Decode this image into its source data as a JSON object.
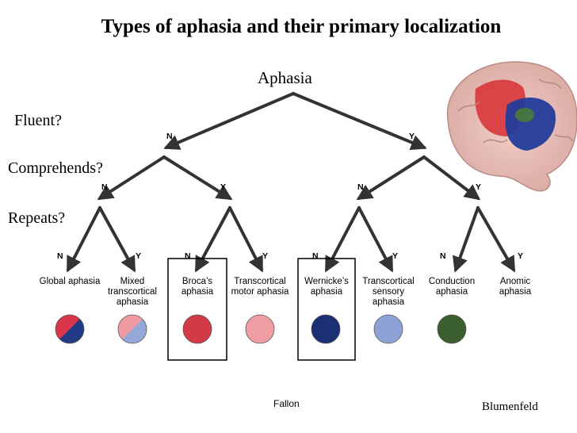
{
  "title": "Types of aphasia and their primary localization",
  "root": "Aphasia",
  "questions": [
    "Fluent?",
    "Comprehends?",
    "Repeats?"
  ],
  "edge_labels": {
    "no": "N",
    "yes": "Y"
  },
  "leaves": [
    {
      "label": "Global aphasia",
      "color_a": "#d9364a",
      "color_b": "#213b86",
      "boxed": false
    },
    {
      "label": "Mixed transcortical aphasia",
      "color_a": "#ef9ba1",
      "color_b": "#95a8d8",
      "boxed": false
    },
    {
      "label": "Broca’s aphasia",
      "color_a": "#d23a46",
      "color_b": "#d23a46",
      "boxed": true
    },
    {
      "label": "Transcortical motor aphasia",
      "color_a": "#ef9fa3",
      "color_b": "#ef9fa3",
      "boxed": false
    },
    {
      "label": "Wernicke’s aphasia",
      "color_a": "#1c2f75",
      "color_b": "#1c2f75",
      "boxed": true
    },
    {
      "label": "Transcortical sensory aphasia",
      "color_a": "#8da2d4",
      "color_b": "#8da2d4",
      "boxed": false
    },
    {
      "label": "Conduction aphasia",
      "color_a": "#3b5e2e",
      "color_b": "#3b5e2e",
      "boxed": false
    },
    {
      "label": "Anomic aphasia",
      "color_a": "#ffffff",
      "color_b": "#ffffff",
      "boxed": false
    }
  ],
  "credits": {
    "center": "Fallon",
    "right": "Blumenfeld"
  },
  "brain_image": {
    "icon": "brain-illustration-icon",
    "colors": [
      "#e3b5b0",
      "#d9363a",
      "#233c9a",
      "#4a7a3a"
    ]
  }
}
